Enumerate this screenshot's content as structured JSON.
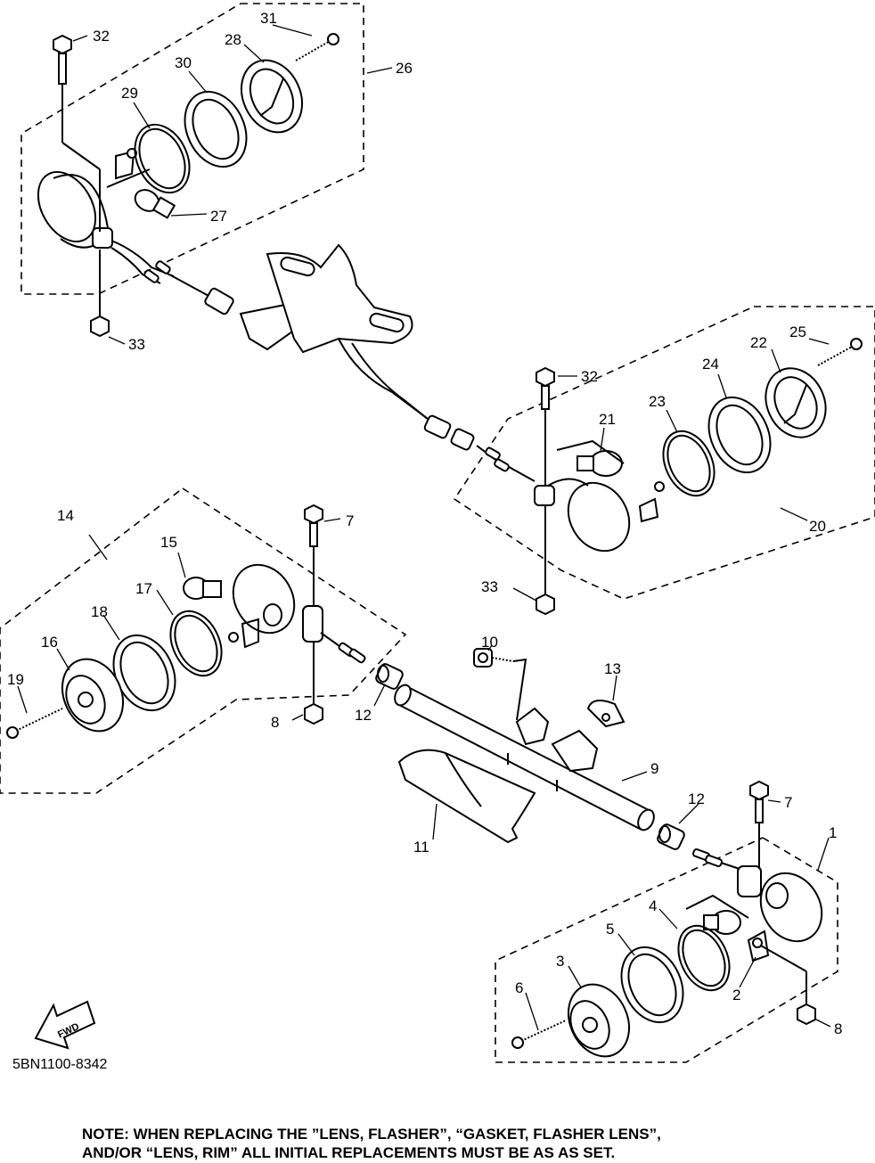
{
  "diagram": {
    "fwd_label": "FWD",
    "part_code": "5BN1100-8342",
    "note_lines": [
      "NOTE: WHEN REPLACING THE  ”LENS, FLASHER”, “GASKET, FLASHER LENS”,",
      "AND/OR “LENS, RIM” ALL INITIAL REPLACEMENTS MUST BE AS AS SET."
    ],
    "callouts": {
      "c1": "1",
      "c2": "2",
      "c3": "3",
      "c4": "4",
      "c5": "5",
      "c6": "6",
      "c7a": "7",
      "c7b": "7",
      "c8a": "8",
      "c8b": "8",
      "c9": "9",
      "c10": "10",
      "c11": "11",
      "c12a": "12",
      "c12b": "12",
      "c13": "13",
      "c14": "14",
      "c15": "15",
      "c16": "16",
      "c17": "17",
      "c18": "18",
      "c19": "19",
      "c20": "20",
      "c21": "21",
      "c22": "22",
      "c23": "23",
      "c24": "24",
      "c25": "25",
      "c26": "26",
      "c27": "27",
      "c28": "28",
      "c29": "29",
      "c30": "30",
      "c31": "31",
      "c32a": "32",
      "c32b": "32",
      "c33a": "33",
      "c33b": "33"
    }
  }
}
